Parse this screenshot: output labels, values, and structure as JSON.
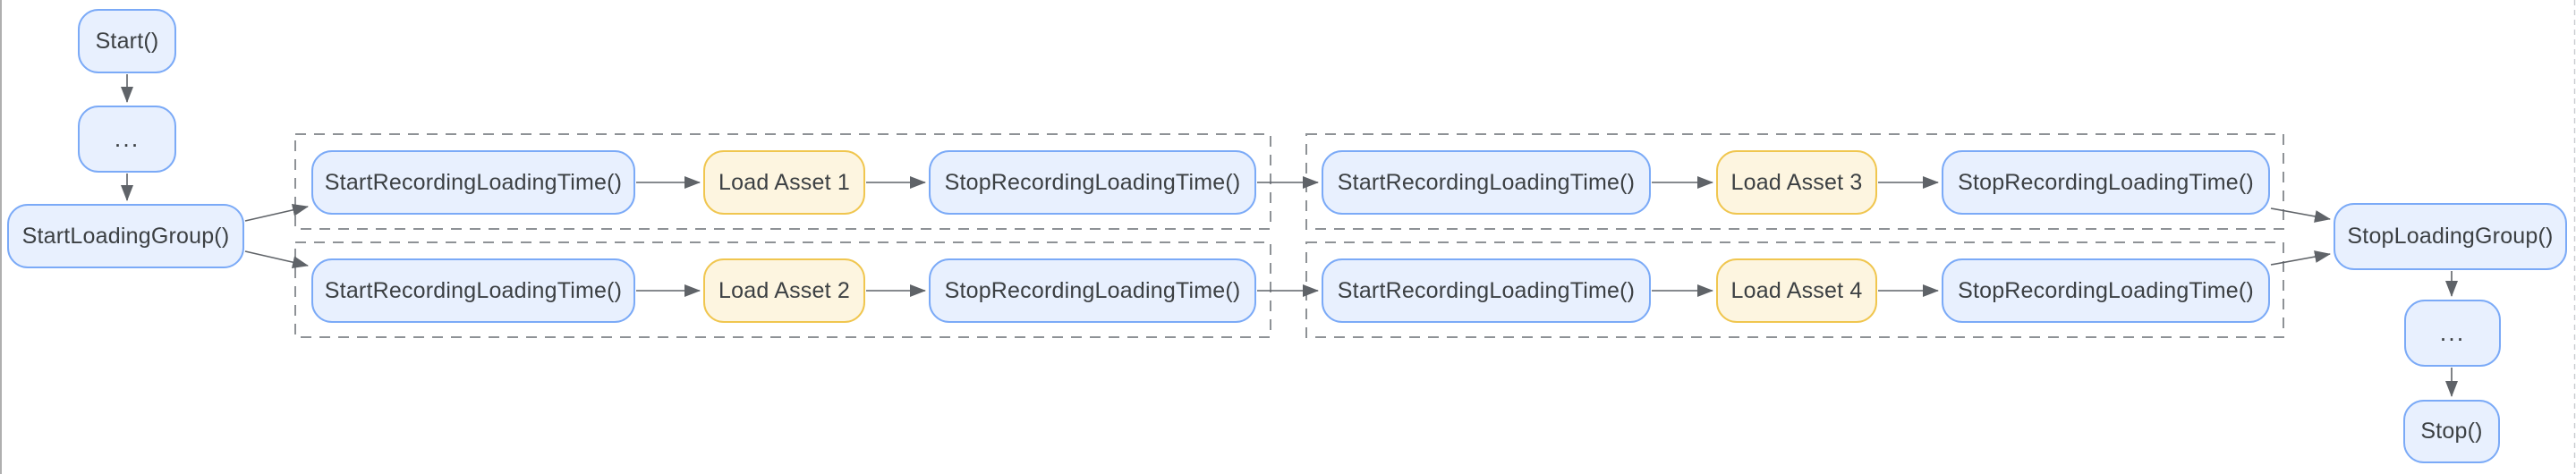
{
  "diagram": {
    "left_flow": {
      "start": "Start()",
      "ellipsis": "...",
      "start_loading_group": "StartLoadingGroup()"
    },
    "groups": [
      {
        "rows": [
          {
            "start": "StartRecordingLoadingTime()",
            "load": "Load Asset 1",
            "stop": "StopRecordingLoadingTime()"
          },
          {
            "start": "StartRecordingLoadingTime()",
            "load": "Load Asset 2",
            "stop": "StopRecordingLoadingTime()"
          }
        ]
      },
      {
        "rows": [
          {
            "start": "StartRecordingLoadingTime()",
            "load": "Load Asset 3",
            "stop": "StopRecordingLoadingTime()"
          },
          {
            "start": "StartRecordingLoadingTime()",
            "load": "Load Asset 4",
            "stop": "StopRecordingLoadingTime()"
          }
        ]
      }
    ],
    "right_flow": {
      "stop_loading_group": "StopLoadingGroup()",
      "ellipsis": "...",
      "stop": "Stop()"
    },
    "colors": {
      "node_blue_fill": "#E8F0FE",
      "node_blue_border": "#7BAAF7",
      "node_yellow_fill": "#FDF5E0",
      "node_yellow_border": "#F0C64F",
      "text": "#3C4043",
      "arrow": "#5F6368",
      "group_dashed_border": "#8E9296",
      "page_edge_left": "#9B9B9B",
      "page_edge_right": "#C9CCCF"
    }
  }
}
